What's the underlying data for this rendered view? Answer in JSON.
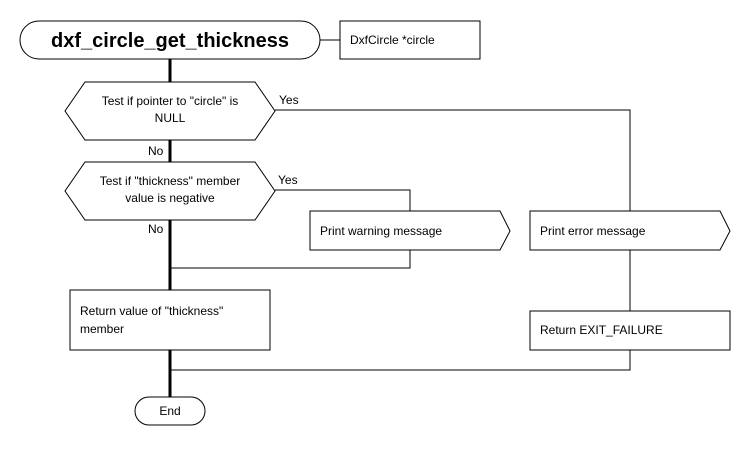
{
  "diagram": {
    "start": "dxf_circle_get_thickness",
    "param": "DxfCircle *circle",
    "decision1": {
      "line1": "Test if pointer to \"circle\" is",
      "line2": "NULL",
      "yes": "Yes",
      "no": "No"
    },
    "decision2": {
      "line1": "Test if \"thickness\" member",
      "line2": "value is negative",
      "yes": "Yes",
      "no": "No"
    },
    "print_warning": "Print warning message",
    "print_error": "Print error message",
    "return_value": {
      "line1": "Return value of \"thickness\"",
      "line2": "member"
    },
    "return_failure": "Return EXIT_FAILURE",
    "end": "End"
  }
}
